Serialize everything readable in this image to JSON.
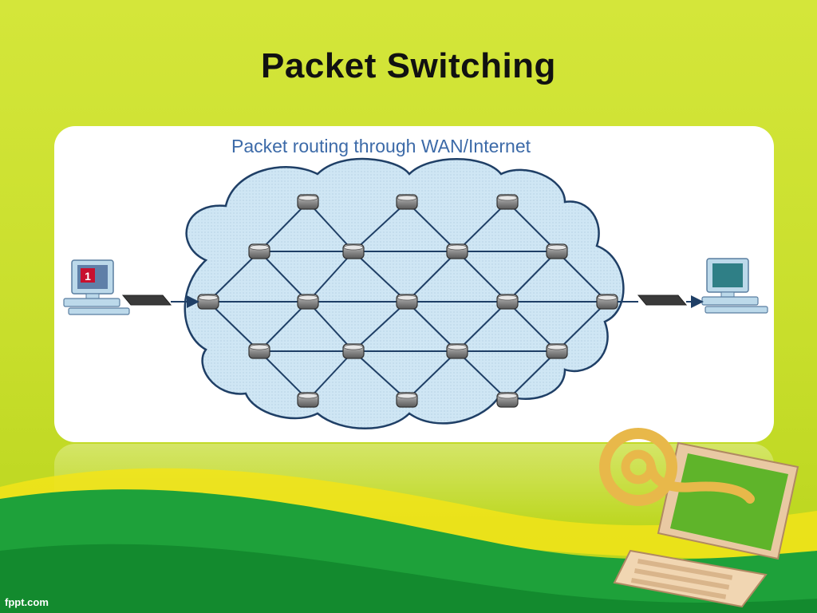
{
  "slide": {
    "title": "Packet Switching",
    "footer": "fppt.com"
  },
  "diagram": {
    "caption": "Packet routing through WAN/Internet",
    "sender_label": "1",
    "nodes": [
      {
        "id": "a1"
      },
      {
        "id": "a2"
      },
      {
        "id": "a3"
      },
      {
        "id": "b1"
      },
      {
        "id": "b2"
      },
      {
        "id": "b3"
      },
      {
        "id": "b4"
      },
      {
        "id": "c1"
      },
      {
        "id": "c2"
      },
      {
        "id": "c3"
      },
      {
        "id": "c4"
      },
      {
        "id": "c5"
      },
      {
        "id": "d1"
      },
      {
        "id": "d2"
      },
      {
        "id": "d3"
      },
      {
        "id": "d4"
      },
      {
        "id": "e1"
      },
      {
        "id": "e2"
      },
      {
        "id": "e3"
      }
    ],
    "links": [
      [
        "b1",
        "b2"
      ],
      [
        "b2",
        "b3"
      ],
      [
        "b3",
        "b4"
      ],
      [
        "c1",
        "c2"
      ],
      [
        "c2",
        "c3"
      ],
      [
        "c3",
        "c4"
      ],
      [
        "c4",
        "c5"
      ],
      [
        "d1",
        "d2"
      ],
      [
        "d2",
        "d3"
      ],
      [
        "d3",
        "d4"
      ],
      [
        "a1",
        "b1"
      ],
      [
        "a1",
        "b2"
      ],
      [
        "a2",
        "b2"
      ],
      [
        "a2",
        "b3"
      ],
      [
        "a3",
        "b3"
      ],
      [
        "a3",
        "b4"
      ],
      [
        "b1",
        "c1"
      ],
      [
        "b1",
        "c2"
      ],
      [
        "b2",
        "c2"
      ],
      [
        "b2",
        "c3"
      ],
      [
        "b3",
        "c3"
      ],
      [
        "b3",
        "c4"
      ],
      [
        "b4",
        "c4"
      ],
      [
        "b4",
        "c5"
      ],
      [
        "c1",
        "d1"
      ],
      [
        "c2",
        "d1"
      ],
      [
        "c2",
        "d2"
      ],
      [
        "c3",
        "d2"
      ],
      [
        "c3",
        "d3"
      ],
      [
        "c4",
        "d3"
      ],
      [
        "c4",
        "d4"
      ],
      [
        "c5",
        "d4"
      ],
      [
        "d1",
        "e1"
      ],
      [
        "d2",
        "e1"
      ],
      [
        "d2",
        "e2"
      ],
      [
        "d3",
        "e2"
      ],
      [
        "d3",
        "e3"
      ],
      [
        "d4",
        "e3"
      ]
    ]
  },
  "colors": {
    "cloud_fill": "#cfe6f4",
    "cloud_stroke": "#1f3f66",
    "link": "#1f3f66",
    "node_fill": "#9a9a9a",
    "caption": "#3c6aa8"
  }
}
